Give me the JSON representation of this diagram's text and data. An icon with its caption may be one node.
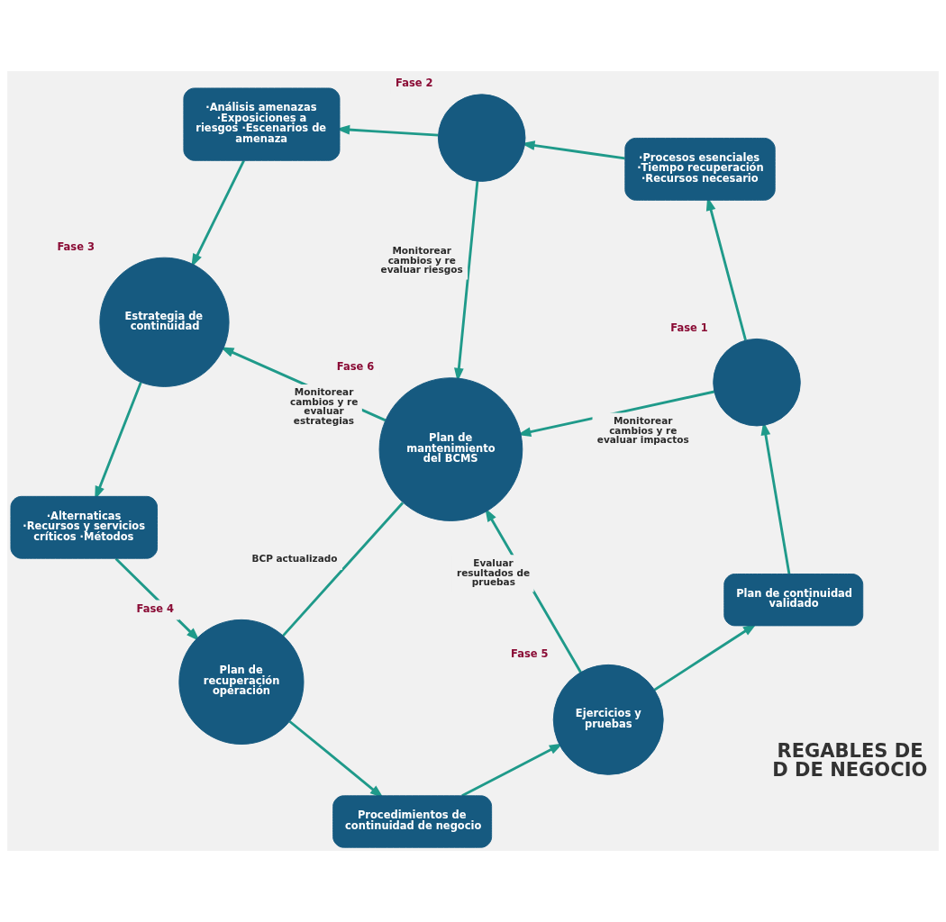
{
  "diagram": {
    "nodes": [
      {
        "text": [
          "Plan de continuidad validado"
        ]
      },
      {
        "text": [],
        "shape": "circle",
        "beside": [
          "Fase 1"
        ]
      },
      {
        "text": [
          "·Procesos esenciales ·Tiempo recuperación ·Recursos necesario"
        ]
      },
      {
        "text": [],
        "shape": "circle",
        "beside": [
          "Fase 2"
        ]
      },
      {
        "text": [
          "·Análisis amenazas ·Exposiciones a riesgos ·Escenarios de amenaza"
        ]
      },
      {
        "text": [
          "Estrategia de continuidad"
        ],
        "beside": [
          "Fase 3"
        ]
      },
      {
        "text": [
          "·Alternaticas ·Recursos y servicios críticos ·Métodos"
        ]
      },
      {
        "text": [
          "Plan de recuperación operación"
        ],
        "beside": [
          "Fase 4"
        ]
      },
      {
        "text": [
          "Procedimientos de continuidad de negocio"
        ]
      },
      {
        "text": [
          "Ejercicios y pruebas"
        ],
        "beside": [
          "Fase 5"
        ]
      },
      {
        "text": [
          "Plan de mantenimiento del BCMS"
        ],
        "beside": [
          "Fase 6"
        ]
      }
    ],
    "edges": [
      {
        "from": 0,
        "to": 1,
        "arrow": "to"
      },
      {
        "from": 1,
        "to": 2,
        "arrow": "to"
      },
      {
        "from": 2,
        "to": 3,
        "arrow": "to"
      },
      {
        "from": 3,
        "to": 4,
        "arrow": "to"
      },
      {
        "from": 4,
        "to": 5,
        "arrow": "to"
      },
      {
        "from": 5,
        "to": 6,
        "arrow": "to"
      },
      {
        "from": 6,
        "to": 7,
        "arrow": "to"
      },
      {
        "from": 7,
        "to": 8,
        "arrow": "to"
      },
      {
        "from": 8,
        "to": 9,
        "arrow": "to"
      },
      {
        "from": 9,
        "to": 0,
        "arrow": "to"
      },
      {
        "from": 1,
        "to": 10,
        "arrow": "to",
        "label": "Monitorear cambios y re evaluar impactos"
      },
      {
        "from": 3,
        "to": 10,
        "arrow": "to",
        "label": "Monitorear cambios y re evaluar riesgos"
      },
      {
        "from": 10,
        "to": 5,
        "arrow": "to",
        "label": "Monitorear cambios y re evaluar estrategias"
      },
      {
        "from": 9,
        "to": 10,
        "arrow": "to",
        "label": "Evaluar resultados de pruebas"
      },
      {
        "from": 7,
        "to": 10,
        "arrow": "none",
        "label": "BCP actualizado"
      }
    ],
    "labels": [
      "REGABLES DE D DE NEGOCIO"
    ]
  }
}
